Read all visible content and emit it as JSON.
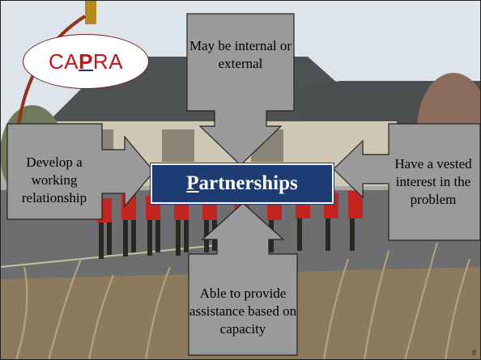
{
  "logo": {
    "prefix": "CA",
    "big": "P",
    "suffix": "RA"
  },
  "center": {
    "underlined": "P",
    "rest": "artnerships"
  },
  "callouts": {
    "top": "May be internal or external",
    "left": "Develop a working relationship",
    "right": "Have a vested interest in the problem",
    "bottom": "Able to provide assistance based on capacity"
  },
  "page_number": "8",
  "colors": {
    "callout_fill": "#9a9a9a",
    "center_fill": "#1c3c73",
    "logo_text": "#c0161b"
  }
}
